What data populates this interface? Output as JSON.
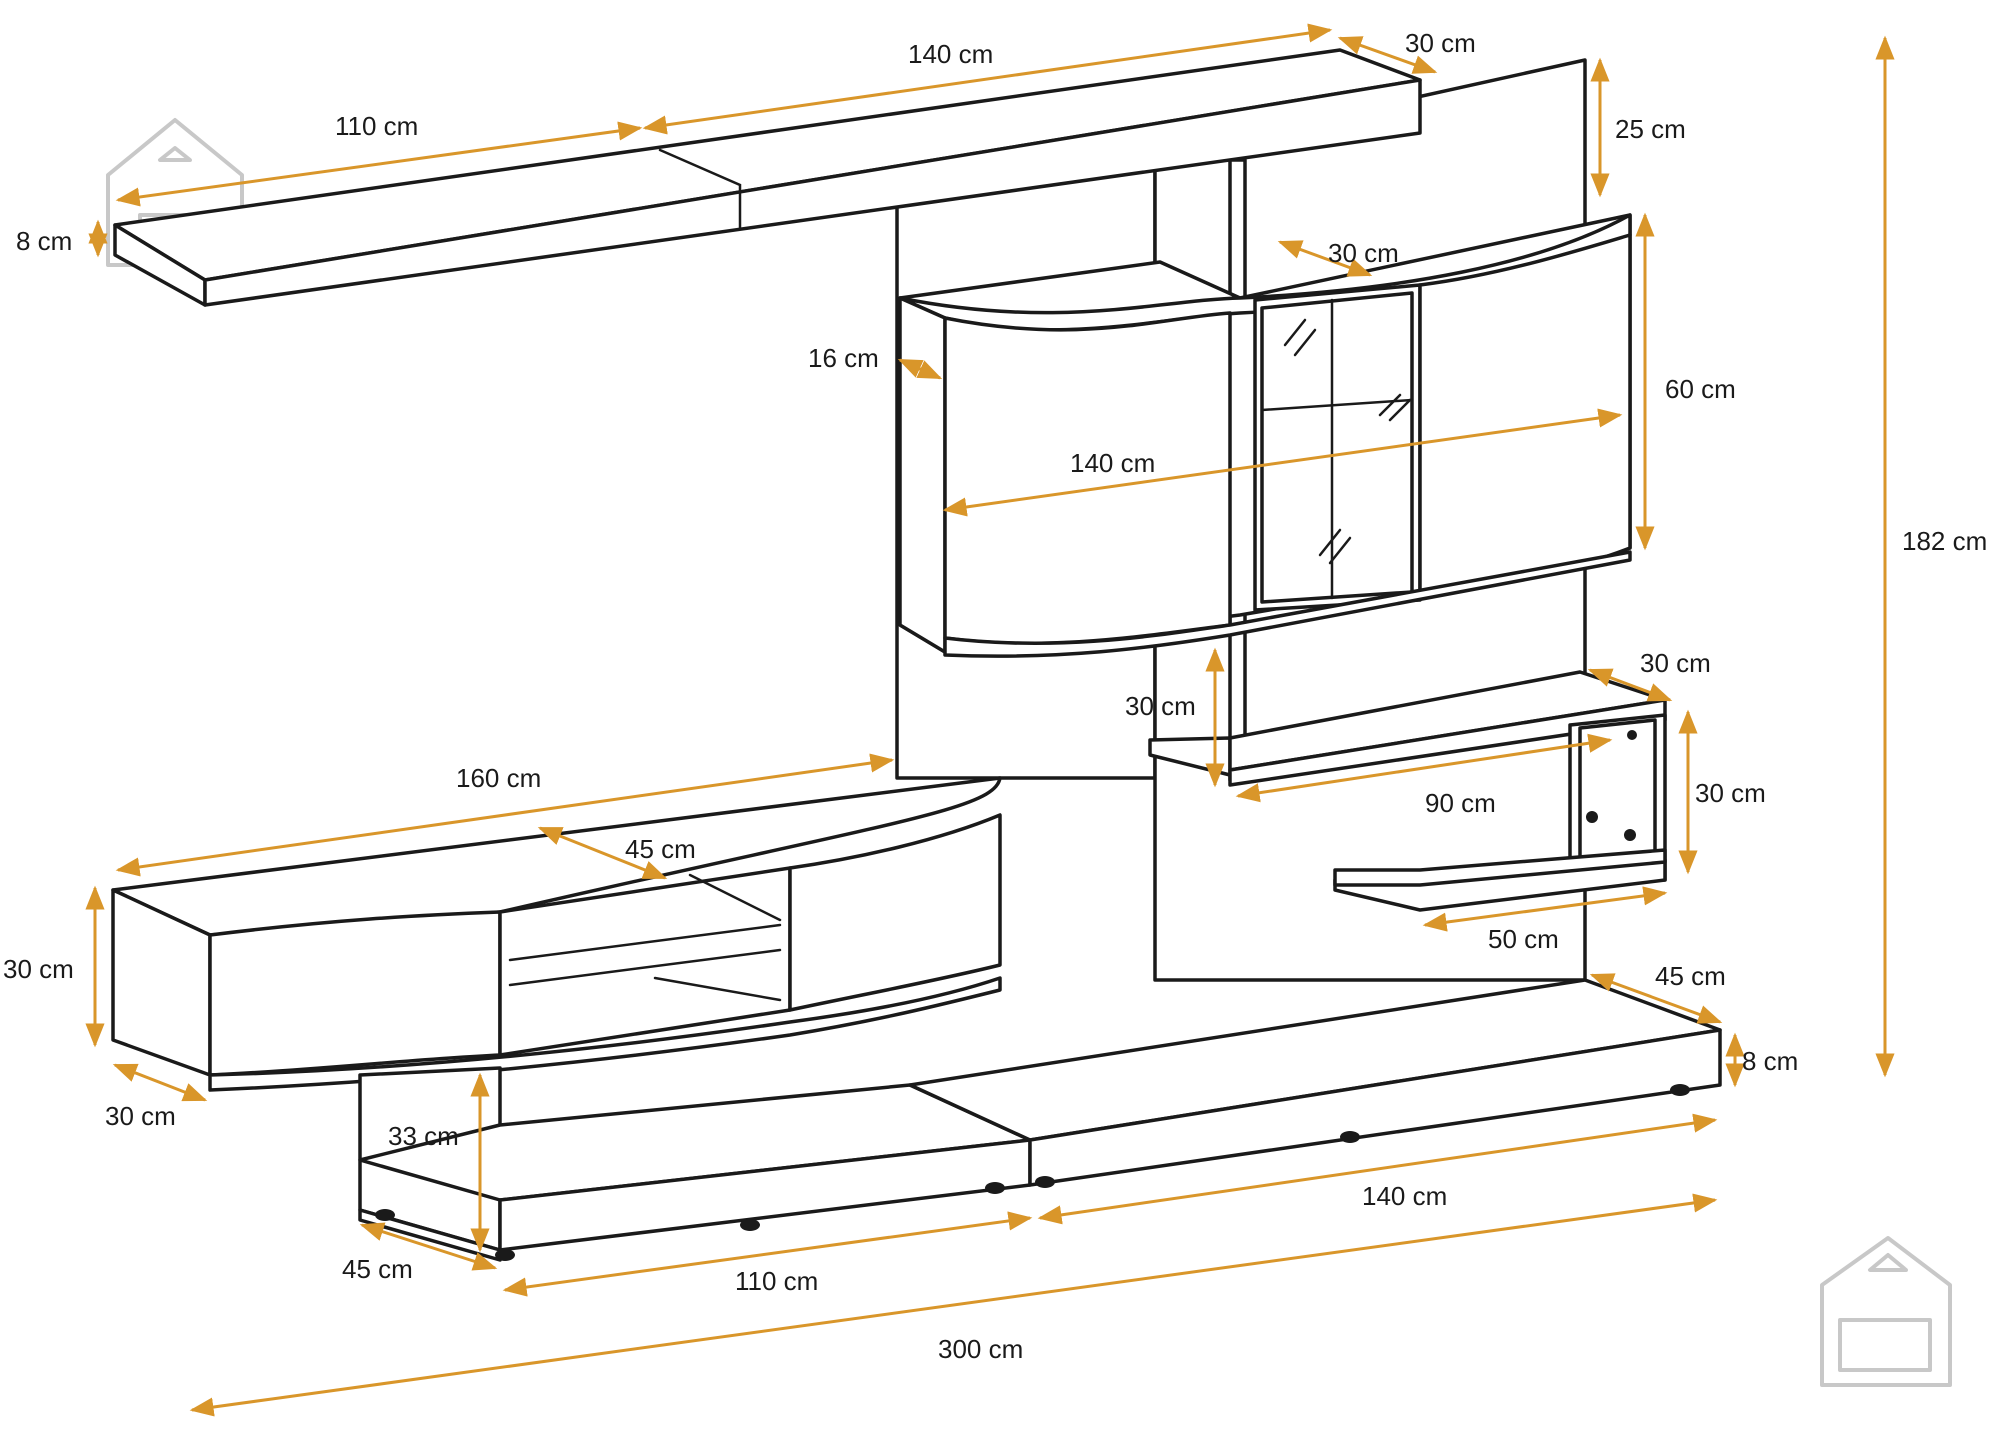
{
  "colors": {
    "outline": "#1a1a1a",
    "dimension": "#d9962a",
    "watermark": "#c8c8c8"
  },
  "dimensions": {
    "top_shelf_right_length": "140 cm",
    "top_shelf_depth": "30 cm",
    "top_shelf_left_length": "110 cm",
    "top_shelf_thickness": "8 cm",
    "panel_gap": "25 cm",
    "upper_cabinet_depth": "30 cm",
    "upper_cabinet_side": "16 cm",
    "upper_cabinet_height": "60 cm",
    "upper_cabinet_length": "140 cm",
    "wall_shelf_depth": "30 cm",
    "wall_shelf_gap": "30 cm",
    "wall_shelf_height": "30 cm",
    "wall_shelf_length": "90 cm",
    "small_shelf_length": "50 cm",
    "low_cabinet_length": "160 cm",
    "low_cabinet_depth": "45 cm",
    "low_cabinet_height": "30 cm",
    "low_cabinet_side_depth": "30 cm",
    "base_right_depth": "45 cm",
    "base_right_thickness": "8 cm",
    "base_left_height": "33 cm",
    "base_left_depth": "45 cm",
    "base_left_length": "110 cm",
    "base_right_length": "140 cm",
    "total_length": "300 cm",
    "total_height": "182 cm"
  },
  "watermark": {
    "icon": "home-sofa-icon"
  }
}
